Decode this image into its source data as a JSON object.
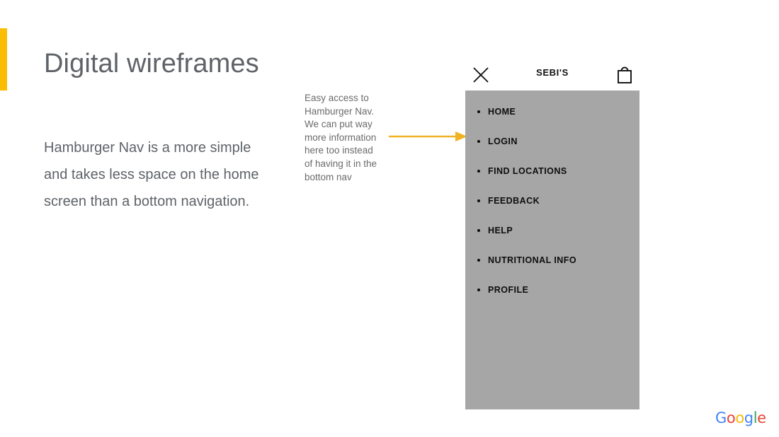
{
  "slide": {
    "title": "Digital wireframes",
    "body_text": "Hamburger Nav is a more simple and takes less space on the home screen than a bottom navigation.",
    "accent_color": "#fbbc04"
  },
  "annotation": {
    "text": "Easy access to Hamburger Nav. We can put way more information here too instead of having it in the bottom nav",
    "arrow_color": "#f0b323",
    "arrow_direction": "right"
  },
  "phone": {
    "header": {
      "close_icon": "close-x-icon",
      "brand": "SEBI'S",
      "cart_icon": "shopping-bag-icon"
    },
    "menu": {
      "background_color": "#a6a6a6",
      "items": [
        {
          "label": "HOME"
        },
        {
          "label": "LOGIN"
        },
        {
          "label": "FIND LOCATIONS"
        },
        {
          "label": "FEEDBACK"
        },
        {
          "label": "HELP"
        },
        {
          "label": "NUTRITIONAL INFO"
        },
        {
          "label": "PROFILE"
        }
      ]
    }
  },
  "footer": {
    "logo": {
      "letters": [
        {
          "char": "G",
          "color": "#4285f4"
        },
        {
          "char": "o",
          "color": "#ea4335"
        },
        {
          "char": "o",
          "color": "#fbbc05"
        },
        {
          "char": "g",
          "color": "#4285f4"
        },
        {
          "char": "l",
          "color": "#34a853"
        },
        {
          "char": "e",
          "color": "#ea4335"
        }
      ]
    }
  }
}
